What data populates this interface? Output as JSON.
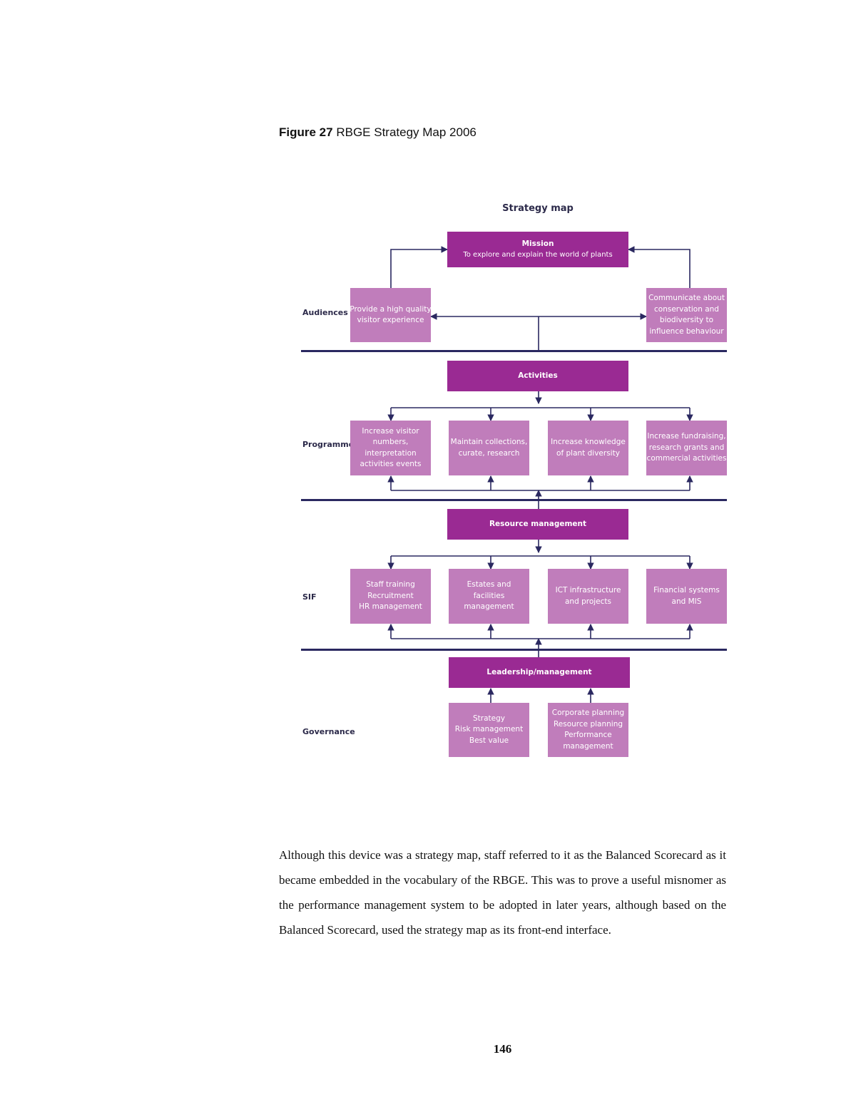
{
  "caption": {
    "label": "Figure 27",
    "text": "RBGE Strategy Map 2006"
  },
  "map": {
    "title": "Strategy map",
    "lanes": {
      "audiences": "Audiences",
      "programmes": "Programmes",
      "sif": "SIF",
      "governance": "Governance"
    },
    "mission": {
      "title": "Mission",
      "subtitle": "To explore and explain the world of plants"
    },
    "audiences": {
      "left": [
        "Provide a high quality",
        "visitor experience"
      ],
      "right": [
        "Communicate about",
        "conservation and",
        "biodiversity to",
        "influence behaviour"
      ]
    },
    "activities": "Activities",
    "programmes": [
      [
        "Increase visitor",
        "numbers,",
        "interpretation",
        "activities events"
      ],
      [
        "Maintain collections,",
        "curate, research"
      ],
      [
        "Increase knowledge",
        "of plant diversity"
      ],
      [
        "Increase fundraising,",
        "research grants and",
        "commercial activities"
      ]
    ],
    "resource_management": "Resource management",
    "sif": [
      [
        "Staff training",
        "Recruitment",
        "HR management"
      ],
      [
        "Estates and",
        "facilities",
        "management"
      ],
      [
        "ICT infrastructure",
        "and projects"
      ],
      [
        "Financial systems",
        "and MIS"
      ]
    ],
    "leadership": "Leadership/management",
    "governance": [
      [
        "Strategy",
        "Risk management",
        "Best value"
      ],
      [
        "Corporate planning",
        "Resource planning",
        "Performance",
        "management"
      ]
    ]
  },
  "body_text": "Although this device was a strategy map, staff referred to it as the Balanced Scorecard as it became embedded in the vocabulary of the RBGE.  This was to prove a useful misnomer as the performance management system to be adopted in later years, although based on the Balanced Scorecard, used the strategy map as its front-end interface.",
  "page_number": "146",
  "colors": {
    "box_dark": "#9a2a93",
    "box_light": "#c07dbb",
    "rule": "#2a2860"
  }
}
